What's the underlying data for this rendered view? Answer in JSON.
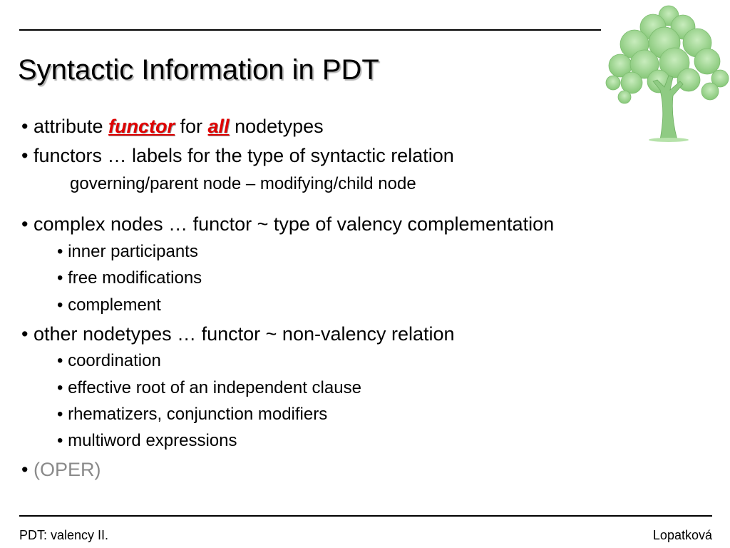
{
  "slide": {
    "title": "Syntactic Information in PDT"
  },
  "body": {
    "bullet": "• ",
    "line1": {
      "pre": "attribute ",
      "functor": "functor",
      "mid": " for ",
      "all": "all",
      "post": " nodetypes"
    },
    "line2": "functors … labels for the type of syntactic relation",
    "line3": "governing/parent node – modifying/child node",
    "line4": "complex nodes … functor ~ type of valency complementation",
    "complex_items": [
      "inner participants",
      "free modifications",
      "complement"
    ],
    "line5": "other nodetypes … functor ~ non-valency relation",
    "other_items": [
      "coordination",
      "effective root of an independent clause",
      "rhematizers, conjunction modifiers",
      "multiword expressions"
    ],
    "line6": "(OPER)"
  },
  "footer": {
    "left": "PDT: valency II.",
    "right": "Lopatková"
  },
  "colors": {
    "emphasis": "#e00000",
    "muted": "#8a8a8a",
    "tree_foliage": "#9ed690",
    "tree_trunk": "#8fcb83"
  },
  "icons": {
    "decoration": "tree-icon"
  }
}
